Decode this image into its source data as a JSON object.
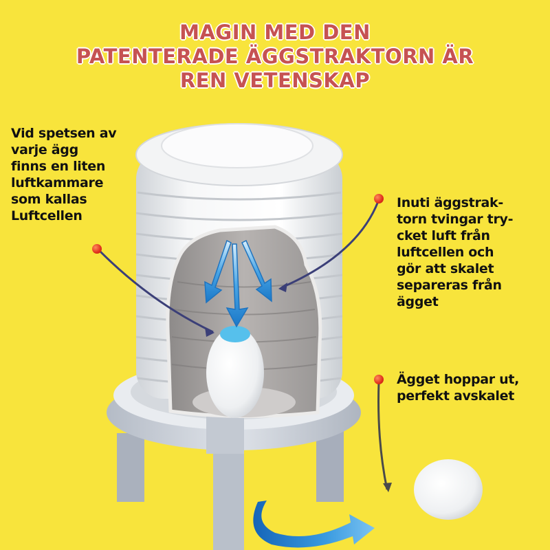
{
  "title": {
    "lines": [
      "MAGIN MED DEN",
      "PATENTERADE ÄGGSTRAKTORN ÄR",
      "REN VETENSKAP"
    ]
  },
  "callouts": {
    "left": {
      "lines": [
        "Vid spetsen av",
        "varje ägg",
        "finns en liten",
        "luftkammare",
        "som kallas",
        "Luftcellen"
      ]
    },
    "right": {
      "lines": [
        "Inuti äggstrak-",
        "torn tvingar try-",
        "cket luft från",
        "luftcellen och",
        "gör att skalet",
        "separeras från",
        "ägget"
      ]
    },
    "bottom": {
      "lines": [
        "Ägget hoppar ut,",
        "perfekt avskalet"
      ]
    }
  },
  "colors": {
    "background": "#f8e43c",
    "title": "#c65252",
    "text": "#111111",
    "accent_arrow": "#2f8fdc",
    "pointer_dot": "#e0301c",
    "pointer_line": "#3b3f78"
  },
  "illustration": {
    "subject": "egg-extractor-device",
    "elements": [
      "ribbed-tower",
      "cutaway-window",
      "air-arrows",
      "egg-inside",
      "base-ring",
      "legs",
      "peeled-egg",
      "curved-arrow"
    ]
  }
}
